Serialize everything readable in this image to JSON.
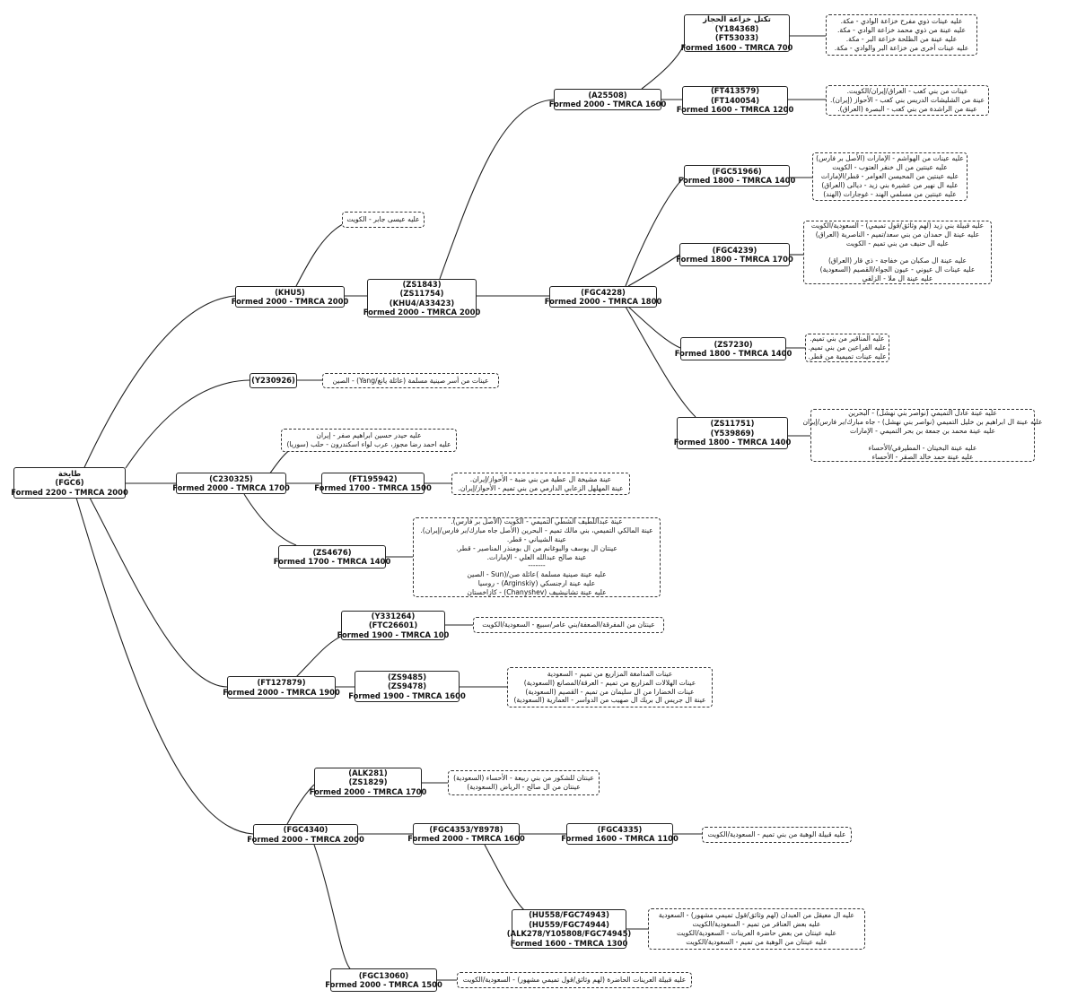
{
  "nodes": {
    "root": "طايخة\n(FGC6)\nFormed 2200 - TMRCA 2000",
    "khu5": "(KHU5)\nFormed 2000 - TMRCA 2000",
    "zs1843": "(ZS1843)\n(ZS11754)\n(KHU4/A33423)\nFormed 2000 - TMRCA 2000",
    "a25508": "(A25508)\nFormed 2000 - TMRCA 1600",
    "y184368": "تكتل خزاعة الحجاز\n(Y184368)\n(FT53033)\nFormed 1600 - TMRCA 700",
    "ft413579": "(FT413579)\n(FT140054)\nFormed 1600 - TMRCA 1200",
    "fgc4228": "(FGC4228)\nFormed 2000 - TMRCA 1800",
    "fgc51966": "(FGC51966)\nFormed 1800 - TMRCA 1400",
    "fgc4239": "(FGC4239)\nFormed 1800 - TMRCA 1700",
    "zs7230": "(ZS7230)\nFormed 1800 - TMRCA 1400",
    "zs11751": "(ZS11751)\n(Y539869)\nFormed 1800 - TMRCA 1400",
    "y230926": "(Y230926)",
    "c230325": "(C230325)\nFormed 2000 - TMRCA 1700",
    "ft195942": "(FT195942)\nFormed 1700 - TMRCA 1500",
    "zs4676": "(ZS4676)\nFormed 1700 - TMRCA 1400",
    "ft127879": "(FT127879)\nFormed 2000 - TMRCA 1900",
    "y331264": "(Y331264)\n(FTC26601)\nFormed 1900 - TMRCA 100",
    "zs9485": "(ZS9485)\n(ZS9478)\nFormed 1900 - TMRCA 1600",
    "fgc4340": "(FGC4340)\nFormed 2000 - TMRCA 2000",
    "alk281": "(ALK281)\n(ZS1829)\nFormed 2000 - TMRCA 1700",
    "fgc4353": "(FGC4353/Y8978)\nFormed 2000 - TMRCA 1600",
    "fgc4335": "(FGC4335)\nFormed 1600 - TMRCA 1100",
    "hu558": "(HU558/FGC74943)\n(HU559/FGC74944)\n(ALK278/Y105808/FGC74945)\nFormed 1600 - TMRCA 1300",
    "fgc13060": "(FGC13060)\nFormed 2000 - TMRCA 1500"
  },
  "notes": {
    "khu5": "عليه عيسى جابر - الكويت",
    "y184368": "عليه عينات ذوي مفرح خزاعة الوادي - مكة.\nعليه عينة من ذوي محمد خزاعة الوادي - مكة.\nعليه عينة من الظلحة خزاعة البر - مكة.\nعليه عينات أخرى من خزاعة البر والوادي - مكة.",
    "ft413579": "عينات من بني كعب - العراق/إيران/الكويت.\nعينة من الشليشات الدريس بني كعب - الأحواز (إيران).\nعينة من الراشدة من بني كعب - البصرة (العراق).",
    "fgc51966": "عليه عينات من الهواشم - الإمارات (الأصل بر فارس)\nعليه عينتين من ال خنفر العتوب - الكويت\nعليه عينتين من المحيسن العوامر - قطر/الإمارات\nعليه ال نهير من عشيرة بني زيد - ديالى (العراق)\nعليه عينتين من مسلمي الهند - غوجارات (الهند)",
    "fgc4239": "عليه قبيلة بني زيد (لهم وثائق/قول تميمي) - السعودية/الكويت\nعليه عينة ال حمدان من بني سعد/تميم - الناصرية (العراق)\nعليه ال حنيف من بني تميم - الكويت\n\nعليه عينة ال صكبان من خفاجة - ذي قار (العراق)\nعليه عينات ال عيوني - عيون الجواء/القصيم (السعودية)\nعليه عينة ال ملا - الزلفي",
    "zs7230": "عليه المناقير من بني تميم.\nعليه الفراعين من بني تميم.\nعليه عينات تميمية من قطر.",
    "zs11751": "عليه عينة عادل التميمي (نواصر بني نهشل) - البحرين\nعليه عينة ال ابراهيم بن خليل التميمي (نواصر بني نهشل) - جاه مبارك/بر فارس/إيران\nعليه عينة محمد بن جمعة بن بحر التميمي - الإمارات\n\nعليه عينة البخيتان - المطيرفي/الأحساء\nعليه عينة حمد خالد الصقر - الأحساء",
    "y230926": "عينات من أسر صينية مسلمة (عائلة يانغ/Yang) - الصين",
    "c230325": "عليه حيدر حسين ابراهيم صفر - إيران\nعليه احمد رضا مجوز، عرب لواء اسكندرون - حلب (سوريا)",
    "ft195942": "عينة مشيخة ال عطية من بني ضبة - الأحواز/إيران.\nعينة المهلهل الزعابي الدارمي من بني تميم - الأحواز/إيران.",
    "zs4676": "عينة عبداللطيف الشطي التميمي - الكويت (الأصل بر فارس).\nعينة المالكي التميمي، بني مالك تميم - البحرين (الأصل جاه مبارك/بر فارس/إيران).\nعينة الشيباني - قطر.\nعينتان ال يوسف والبوغانم من ال بومنذر المناصير - قطر.\nعينة صالح عبدالله العلي - الإمارات.\n-------\nعليه عينة صينية مسلمة (عائلة صن/Sun) - الصين\nعليه عينة ارجنسكي (Arginskiy) - روسيا\nعليه عينة تشانيشيف (Chanyshev) - كازاخستان",
    "y331264": "عينتان من المفرقة/الصعفة/بني عامر/سبيع - السعودية/الكويت",
    "zs9485": "عينات المدامغة المزاريع من تميم - السعودية\nعينات الهلالات المزاريع من تميم - العرقة/المصانع (السعودية)\nعينات الخضارا من ال سليمان من تميم - القصيم (السعودية)\nعينة ال جريس ال بريك ال صهيب من الدواسر - العمارية (السعودية)",
    "alk281": "عينتان للشكور من بني ربيعة - الأحساء (السعودية)\nعينتان من ال صالح - الرياض (السعودية)",
    "fgc4335": "عليه قبيلة الوهبة من بني تميم - السعودية/الكويت",
    "hu558": "عليه ال معيقل من العبدان (لهم وثائق/قول تميمي مشهور) - السعودية\nعليه بعض العناقر من تميم - السعودية/الكويت\nعليه عينتان من بعض حاضرة العرينات - السعودية/الكويت\nعليه عينتان من الوهبة من تميم - السعودية/الكويت",
    "fgc13060": "عليه قبيلة العرينات الحاضرة (لهم وثائق/قول تميمي مشهور) - السعودية/الكويت"
  }
}
